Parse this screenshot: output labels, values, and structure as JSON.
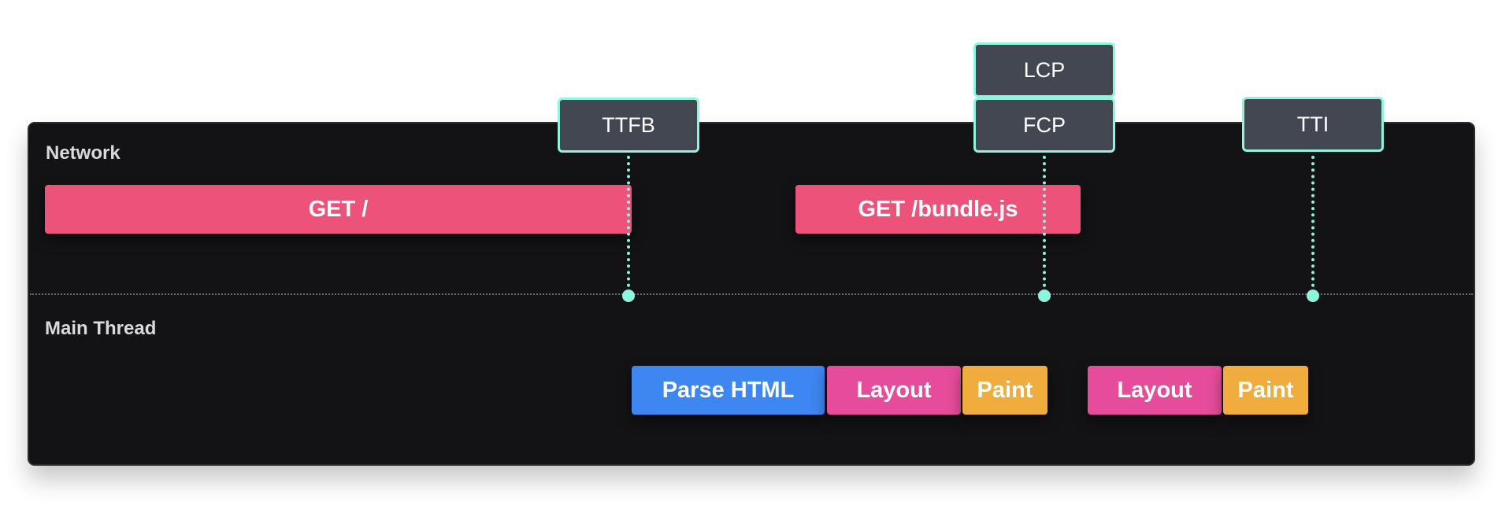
{
  "sections": {
    "network_label": "Network",
    "main_thread_label": "Main Thread"
  },
  "network_bars": [
    {
      "label": "GET /"
    },
    {
      "label": "GET /bundle.js"
    }
  ],
  "main_thread_bars": [
    {
      "label": "Parse HTML",
      "kind": "parse"
    },
    {
      "label": "Layout",
      "kind": "layout"
    },
    {
      "label": "Paint",
      "kind": "paint"
    },
    {
      "label": "Layout",
      "kind": "layout"
    },
    {
      "label": "Paint",
      "kind": "paint"
    }
  ],
  "markers": [
    {
      "label": "TTFB"
    },
    {
      "label": "FCP"
    },
    {
      "label": "LCP"
    },
    {
      "label": "TTI"
    }
  ],
  "colors": {
    "panel_bg": "#131316",
    "network_bar": "#ec527a",
    "parse_bar": "#3e86f2",
    "layout_bar": "#e64c9a",
    "paint_bar": "#f0ad3d",
    "marker_accent": "#8cf5dc",
    "marker_box": "#434752"
  }
}
